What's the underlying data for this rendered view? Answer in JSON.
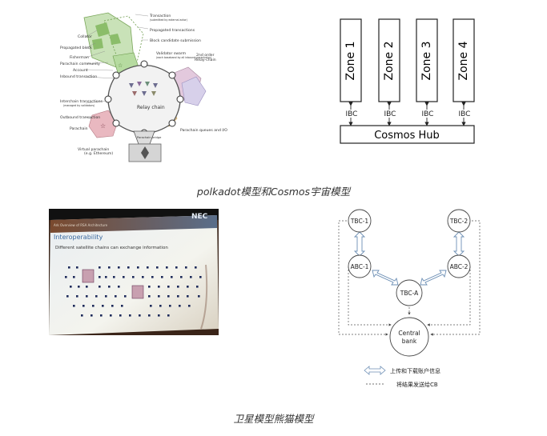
{
  "captions": {
    "top": "polkadot模型和Cosmos宇宙模型",
    "bottom": "卫星模型熊猫模型"
  },
  "polkadot": {
    "labels": {
      "transaction": "Transaction",
      "transaction_sub": "(submitted by external actor)",
      "propagated_transactions": "Propagated transactions",
      "block_candidate": "Block candidate submission",
      "collator": "Collator",
      "propagated_block": "Propagated block",
      "fisherman": "Fisherman",
      "parachain_community": "Parachain community",
      "account": "Account",
      "inbound_transaction": "Inbound transaction",
      "validator_swarm": "Validator swarm",
      "validator_swarm_sub": "(each baseband by all inbound parachains)",
      "second_order": "2nd order",
      "relay_chain_2": "Relay-chain",
      "interchain_transactions": "Interchain transactions",
      "interchain_sub": "(managed by validators)",
      "outbound_transaction": "Outbound transaction",
      "parachain": "Parachain",
      "relay_chain": "Relay chain",
      "parachain_bridge": "Parachain bridge",
      "parachain_queues": "Parachain queues and I/O",
      "virtual_parachain": "Virtual parachain",
      "virtual_sub": "(e.g. Ethereum)"
    }
  },
  "cosmos": {
    "zones": [
      "Zone 1",
      "Zone 2",
      "Zone 3",
      "Zone 4"
    ],
    "ibc_label": "IBC",
    "hub_label": "Cosmos Hub"
  },
  "photo": {
    "brand": "NEC",
    "slide_header": "Ark Overview of RSA Architecture",
    "slide_title": "Interoperability",
    "slide_subtitle": "Different satellite chains can exchange information"
  },
  "panda": {
    "nodes": {
      "tbc1": "TBC-1",
      "tbc2": "TBC-2",
      "abc1": "ABC-1",
      "abc2": "ABC-2",
      "tbca": "TBC-A",
      "central_1": "Central",
      "central_2": "bank"
    },
    "legend": {
      "upload_download": "上传和下载账户信息",
      "send_to_cb": "将结果发送给CB"
    }
  }
}
